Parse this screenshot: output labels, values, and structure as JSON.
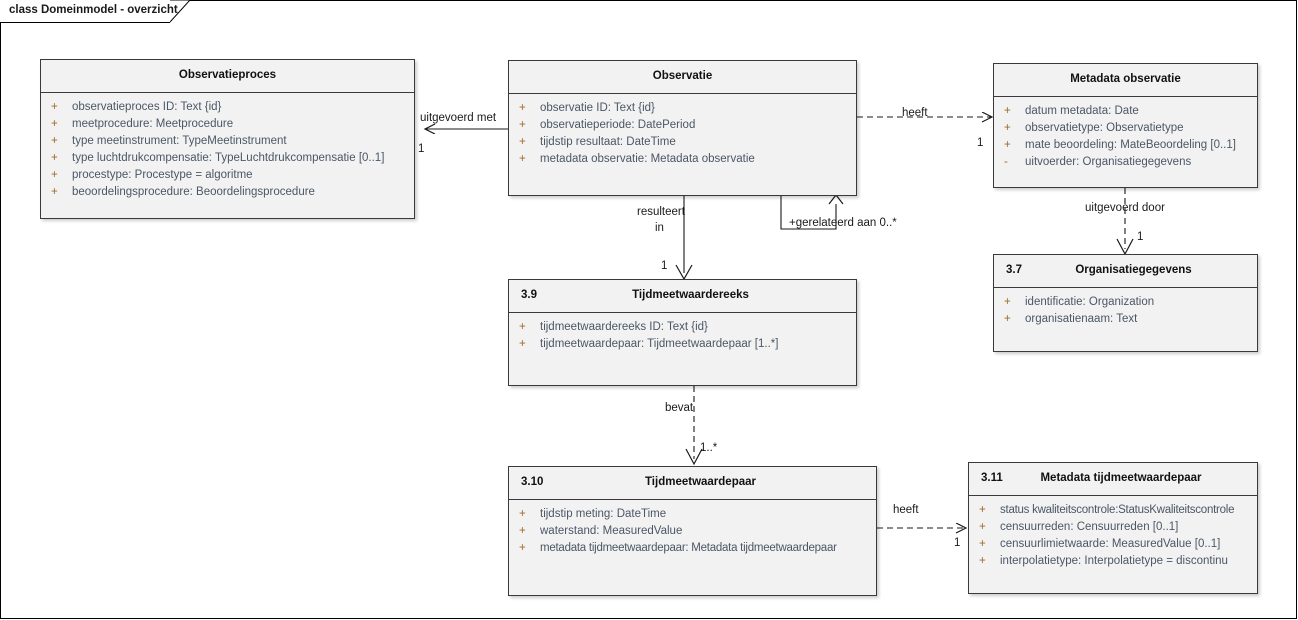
{
  "diagram": {
    "title": "class Domeinmodel - overzicht",
    "accent_color": "#a06a27",
    "attribute_text_color": "#4b5766",
    "box_fill": "#f2f2f2",
    "line_color": "#1a1a1a"
  },
  "classes": [
    {
      "id": "observatieproces",
      "number": "",
      "name": "Observatieproces",
      "attributes": [
        {
          "vis": "+",
          "text": "observatieproces ID: Text {id}"
        },
        {
          "vis": "+",
          "text": "meetprocedure: Meetprocedure"
        },
        {
          "vis": "+",
          "text": "type meetinstrument: TypeMeetinstrument"
        },
        {
          "vis": "+",
          "text": "type luchtdrukcompensatie: TypeLuchtdrukcompensatie [0..1]"
        },
        {
          "vis": "+",
          "text": "procestype: Procestype = algoritme"
        },
        {
          "vis": "+",
          "text": "beoordelingsprocedure: Beoordelingsprocedure"
        }
      ]
    },
    {
      "id": "observatie",
      "number": "",
      "name": "Observatie",
      "attributes": [
        {
          "vis": "+",
          "text": "observatie ID: Text {id}"
        },
        {
          "vis": "+",
          "text": "observatieperiode: DatePeriod"
        },
        {
          "vis": "+",
          "text": "tijdstip resultaat: DateTime"
        },
        {
          "vis": "+",
          "text": "metadata observatie: Metadata observatie"
        }
      ]
    },
    {
      "id": "metadata-observatie",
      "number": "",
      "name": "Metadata observatie",
      "attributes": [
        {
          "vis": "+",
          "text": "datum metadata: Date"
        },
        {
          "vis": "+",
          "text": "observatietype: Observatietype"
        },
        {
          "vis": "+",
          "text": "mate beoordeling: MateBeoordeling [0..1]"
        },
        {
          "vis": "-",
          "text": "uitvoerder: Organisatiegegevens"
        }
      ]
    },
    {
      "id": "organisatiegegevens",
      "number": "3.7",
      "name": "Organisatiegegevens",
      "attributes": [
        {
          "vis": "+",
          "text": "identificatie: Organization"
        },
        {
          "vis": "+",
          "text": "organisatienaam: Text"
        }
      ]
    },
    {
      "id": "tijdmeetwaardereeks",
      "number": "3.9",
      "name": "Tijdmeetwaardereeks",
      "attributes": [
        {
          "vis": "+",
          "text": "tijdmeetwaardereeks ID: Text {id}"
        },
        {
          "vis": "+",
          "text": "tijdmeetwaardepaar: Tijdmeetwaardepaar [1..*]"
        }
      ]
    },
    {
      "id": "tijdmeetwaardepaar",
      "number": "3.10",
      "name": "Tijdmeetwaardepaar",
      "attributes": [
        {
          "vis": "+",
          "text": "tijdstip meting: DateTime"
        },
        {
          "vis": "+",
          "text": "waterstand: MeasuredValue"
        },
        {
          "vis": "+",
          "text": "metadata tijdmeetwaardepaar: Metadata tijdmeetwaardepaar"
        }
      ]
    },
    {
      "id": "metadata-tijdmeetwaardepaar",
      "number": "3.11",
      "name": "Metadata tijdmeetwaardepaar",
      "attributes": [
        {
          "vis": "+",
          "text": "status kwaliteitscontrole:StatusKwaliteitscontrole"
        },
        {
          "vis": "+",
          "text": "censuurreden: Censuurreden [0..1]"
        },
        {
          "vis": "+",
          "text": "censuurlimietwaarde: MeasuredValue [0..1]"
        },
        {
          "vis": "+",
          "text": "interpolatietype: Interpolatietype = discontinu"
        }
      ]
    }
  ],
  "connectors": [
    {
      "id": "uitgevoerd-met",
      "label": "uitgevoerd met",
      "multiplicity": "1",
      "style": "solid",
      "from": "observatie",
      "to": "observatieproces"
    },
    {
      "id": "heeft-metadata-observatie",
      "label": "heeft",
      "multiplicity": "1",
      "style": "dashed",
      "from": "observatie",
      "to": "metadata-observatie"
    },
    {
      "id": "gerelateerd-aan",
      "label": "+gerelateerd aan 0..*",
      "multiplicity": "",
      "style": "solid",
      "from": "observatie",
      "to": "observatie"
    },
    {
      "id": "resulteert-in",
      "label_line1": "resulteert",
      "label_line2": "in",
      "multiplicity": "1",
      "style": "solid",
      "from": "observatie",
      "to": "tijdmeetwaardereeks"
    },
    {
      "id": "uitgevoerd-door",
      "label": "uitgevoerd door",
      "multiplicity": "1",
      "style": "dashed",
      "from": "metadata-observatie",
      "to": "organisatiegegevens"
    },
    {
      "id": "bevat",
      "label": "bevat",
      "multiplicity": "1..*",
      "style": "dashed",
      "from": "tijdmeetwaardereeks",
      "to": "tijdmeetwaardepaar"
    },
    {
      "id": "heeft-metadata-tijdmeetwaardepaar",
      "label": "heeft",
      "multiplicity": "1",
      "style": "dashed",
      "from": "tijdmeetwaardepaar",
      "to": "metadata-tijdmeetwaardepaar"
    }
  ]
}
